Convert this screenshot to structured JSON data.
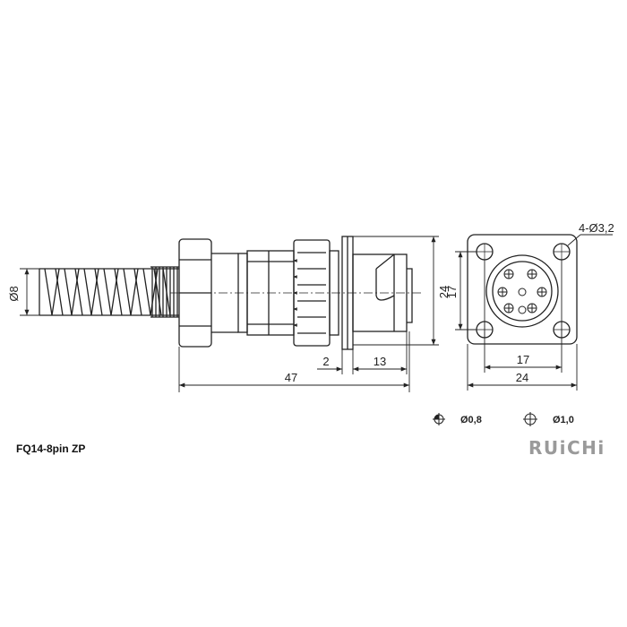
{
  "model_label": "FQ14-8pin ZP",
  "brand": "RUiCHi",
  "dimensions": {
    "cable_diameter": "Ø8",
    "total_length": "47",
    "flange_thickness": "2",
    "front_length": "13",
    "flange_height": "24",
    "hole_spacing_vertical": "17",
    "hole_spacing_horizontal": "17",
    "flange_width": "24",
    "mounting_holes": "4-Ø3,2"
  },
  "legend": [
    {
      "symbol": "pin-small",
      "label": "Ø0,8"
    },
    {
      "symbol": "pin-large",
      "label": "Ø1,0"
    }
  ],
  "colors": {
    "line": "#222222",
    "brand": "#9a9a9a"
  }
}
